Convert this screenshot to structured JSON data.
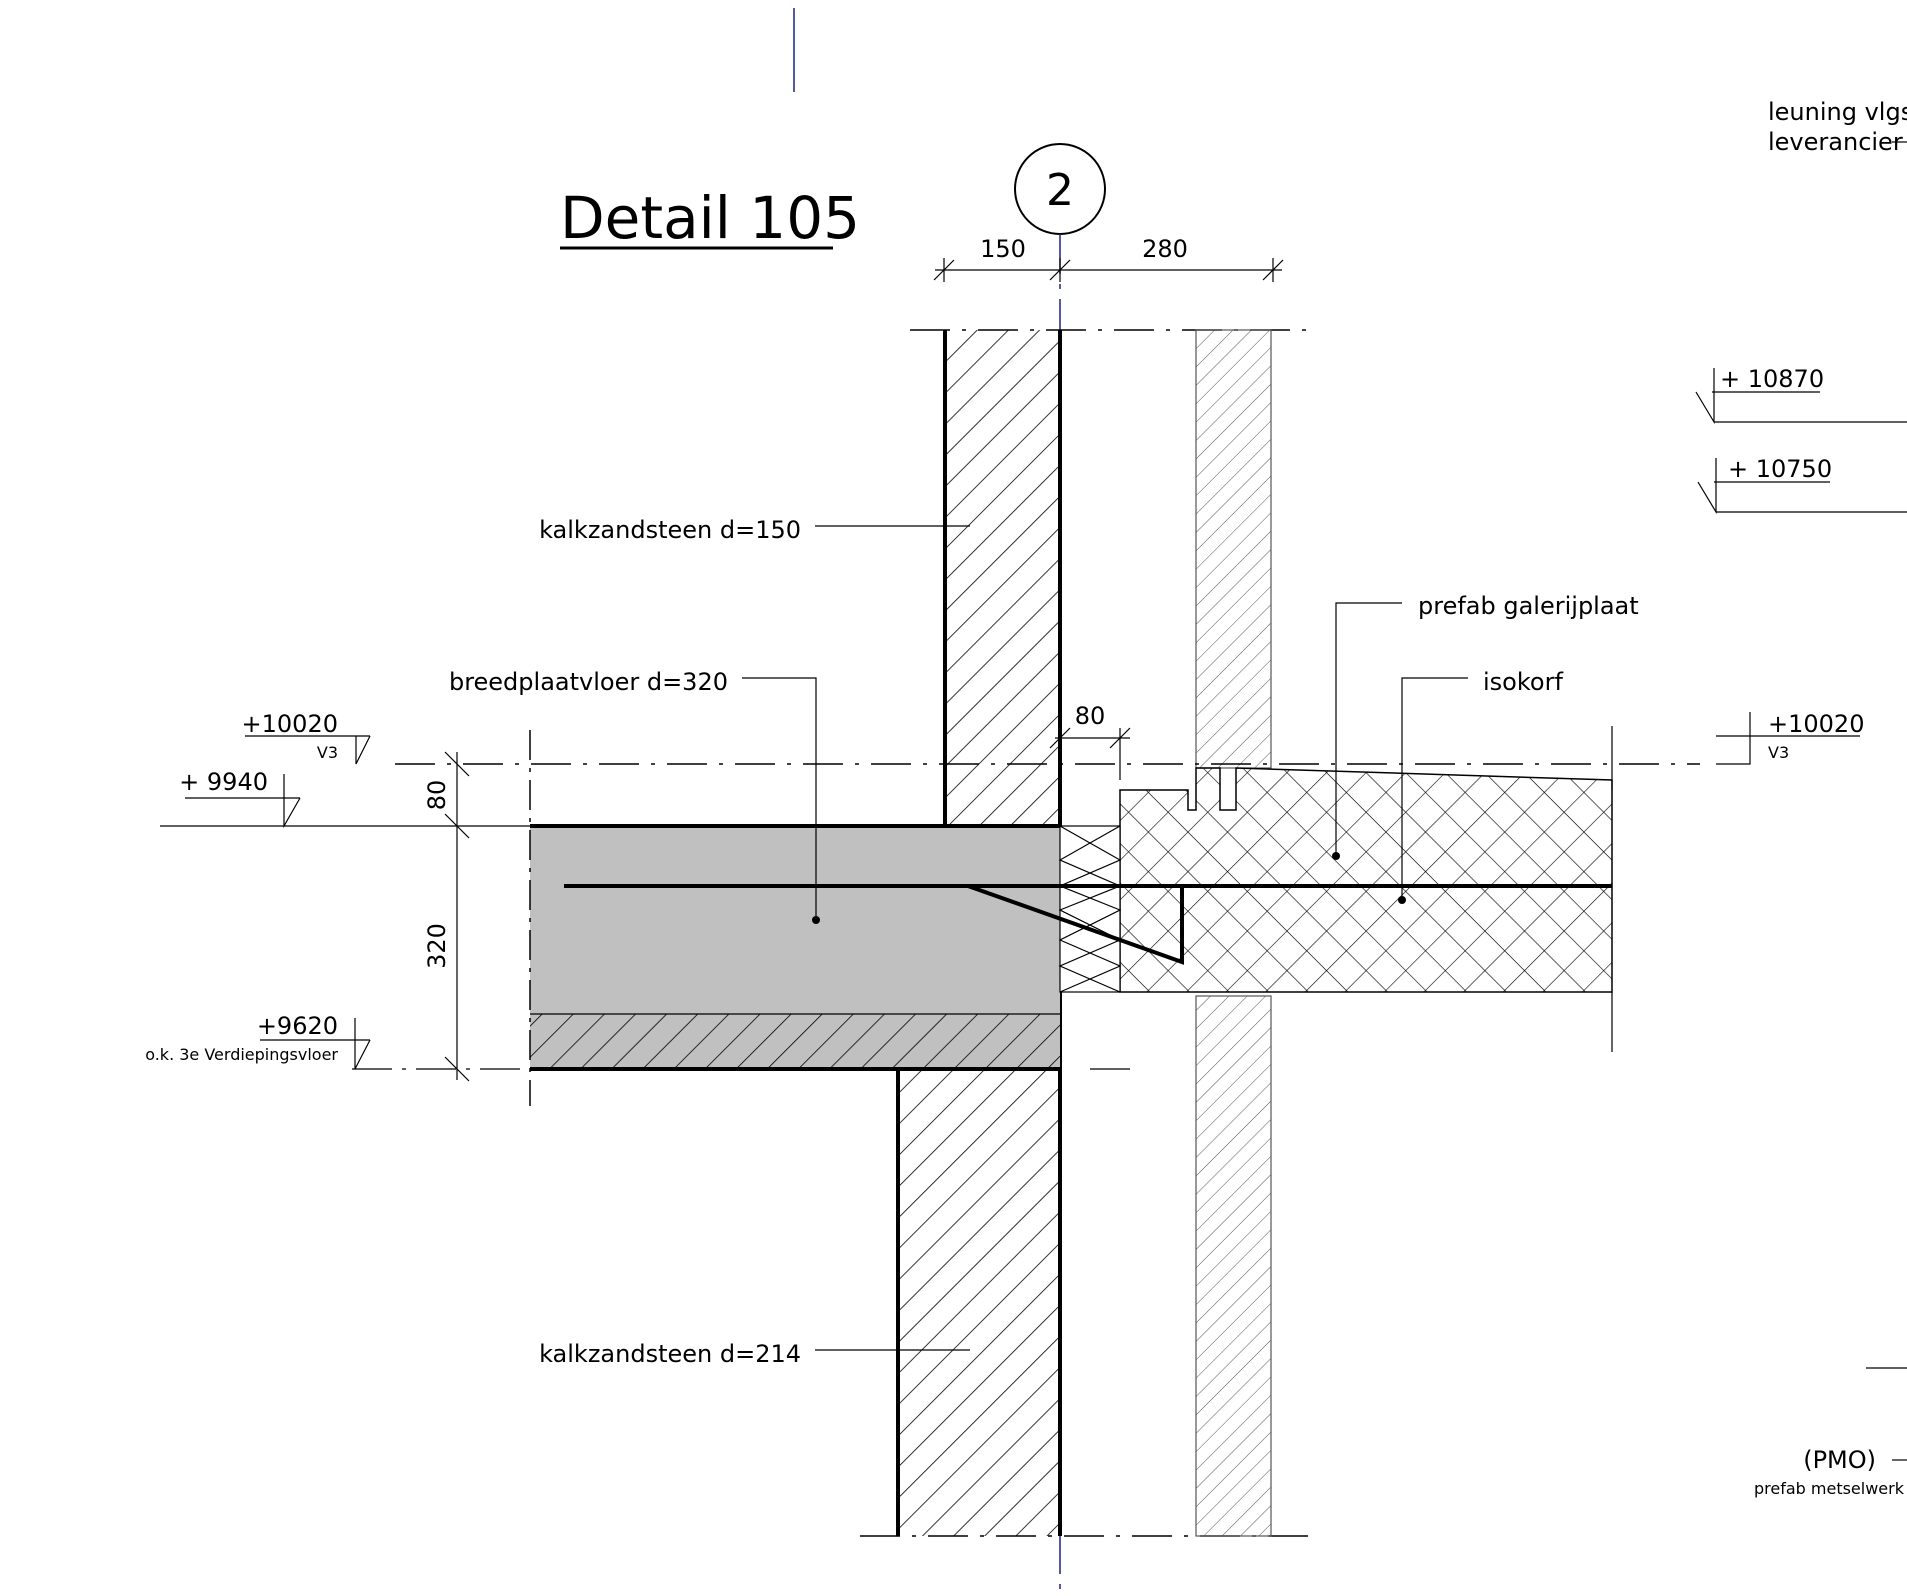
{
  "title": "Detail 105",
  "grid": {
    "axis_label": "2"
  },
  "dimensions": {
    "top_left": "150",
    "top_right": "280",
    "joint": "80",
    "floor_top": "80",
    "floor": "320"
  },
  "levels": {
    "l10020_left": "+10020",
    "l10020_left_sub": "V3",
    "l9940": "+ 9940",
    "l9620": "+9620",
    "l9620_sub": "o.k. 3e Verdiepingsvloer",
    "l10020_right": "+10020",
    "l10020_right_sub": "V3",
    "l10870": "+ 10870",
    "l10750": "+ 10750"
  },
  "labels": {
    "wall_upper": "kalkzandsteen d=150",
    "wall_lower": "kalkzandsteen d=214",
    "floor": "breedplaatvloer d=320",
    "gallery_slab": "prefab galerijplaat",
    "isokorf": "isokorf",
    "railing_line1": "leuning vlgs",
    "railing_line2": "leverancier",
    "pmo": "(PMO)",
    "pmo_sub": "prefab metselwerk"
  },
  "colors": {
    "concrete_fill": "#c0c0c0",
    "grid_line": "#1a237e"
  }
}
